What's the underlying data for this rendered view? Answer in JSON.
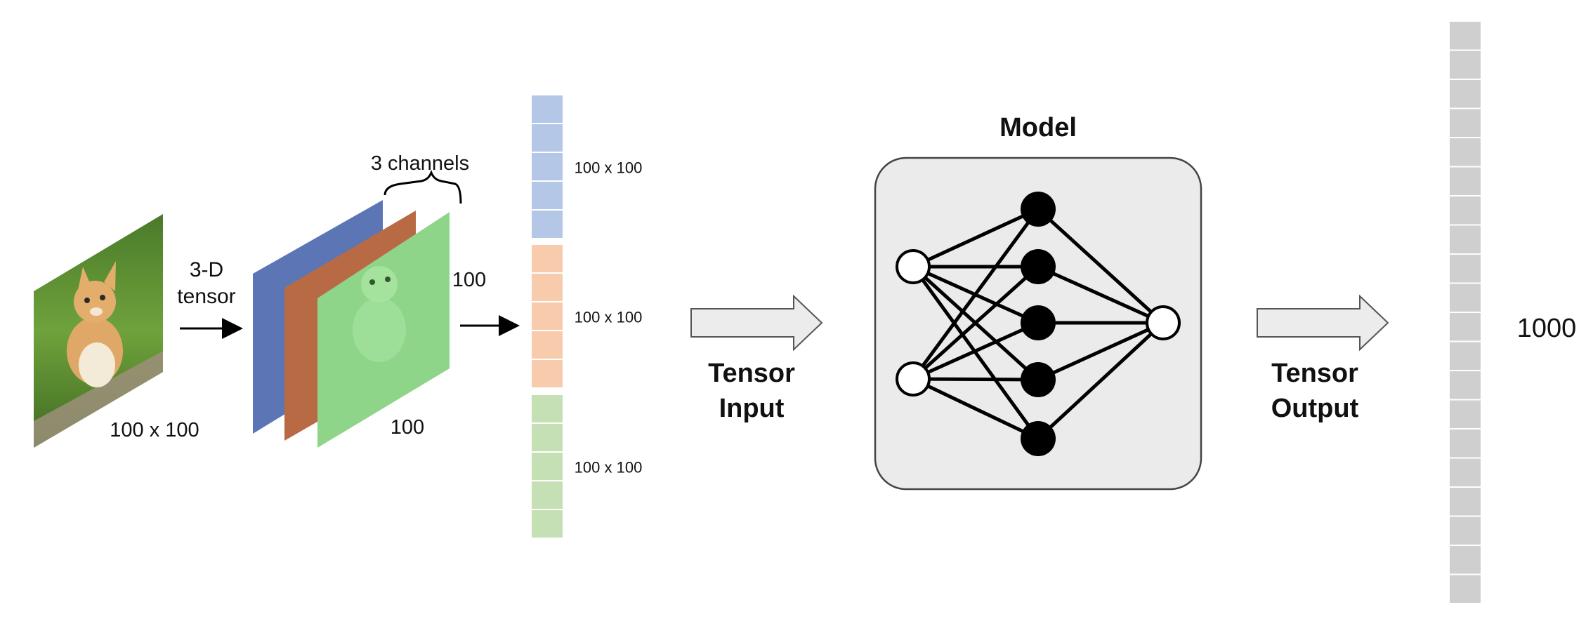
{
  "labels": {
    "tensor_3d_line1": "3-D",
    "tensor_3d_line2": "tensor",
    "image_size": "100 x 100",
    "channels": "3 channels",
    "side_100": "100",
    "bottom_100": "100",
    "model_title": "Model",
    "input_line1": "Tensor",
    "input_line2": "Input",
    "output_line1": "Tensor",
    "output_line2": "Output",
    "output_size": "1000"
  },
  "segments": [
    {
      "label": "100 x 100",
      "color": "#b4c7e7",
      "cells": 5
    },
    {
      "label": "100 x 100",
      "color": "#f8cbad",
      "cells": 5
    },
    {
      "label": "100 x 100",
      "color": "#c5e0b4",
      "cells": 5
    }
  ],
  "channel_colors": [
    "#5b75b5",
    "#b86a45",
    "#8ed58a"
  ],
  "output_vector": {
    "cells": 20,
    "color": "#cfcfcf"
  },
  "network": {
    "input_nodes": 2,
    "hidden_nodes": 5,
    "output_nodes": 1
  },
  "icons": {
    "photo": "kitten-photo",
    "model": "neural-network-icon"
  }
}
